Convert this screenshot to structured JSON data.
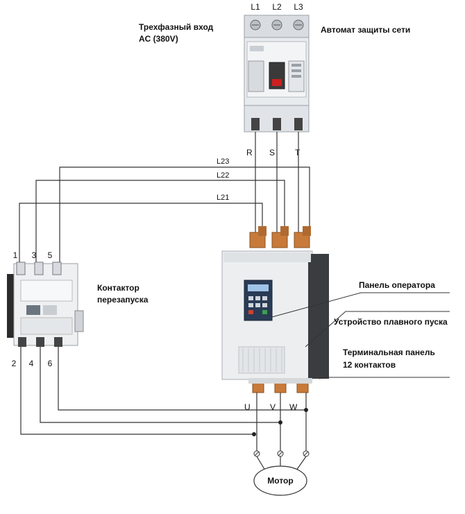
{
  "breaker": {
    "terminals": [
      "L1",
      "L2",
      "L3"
    ],
    "outputs": [
      "R",
      "S",
      "T"
    ],
    "label": "Автомат защиты сети",
    "input_label_line1": "Трехфазный вход",
    "input_label_line2": "AC (380V)"
  },
  "bus": {
    "lines": [
      "L23",
      "L22",
      "L21"
    ]
  },
  "contactor": {
    "label_line1": "Контактор",
    "label_line2": "перезапуска",
    "top_terminals": [
      "1",
      "3",
      "5"
    ],
    "bottom_terminals": [
      "2",
      "4",
      "6"
    ]
  },
  "soft_starter": {
    "callout_panel": "Панель оператора",
    "callout_device": "Устройство плавного пуска",
    "callout_terminal_line1": "Терминальная панель",
    "callout_terminal_line2": "12 контактов",
    "outputs": [
      "U",
      "V",
      "W"
    ]
  },
  "motor": {
    "label": "Мотор"
  },
  "colors": {
    "wire": "#333333",
    "device_body": "#eceef0",
    "copper": "#c77a3a",
    "display": "#2a3b55"
  }
}
